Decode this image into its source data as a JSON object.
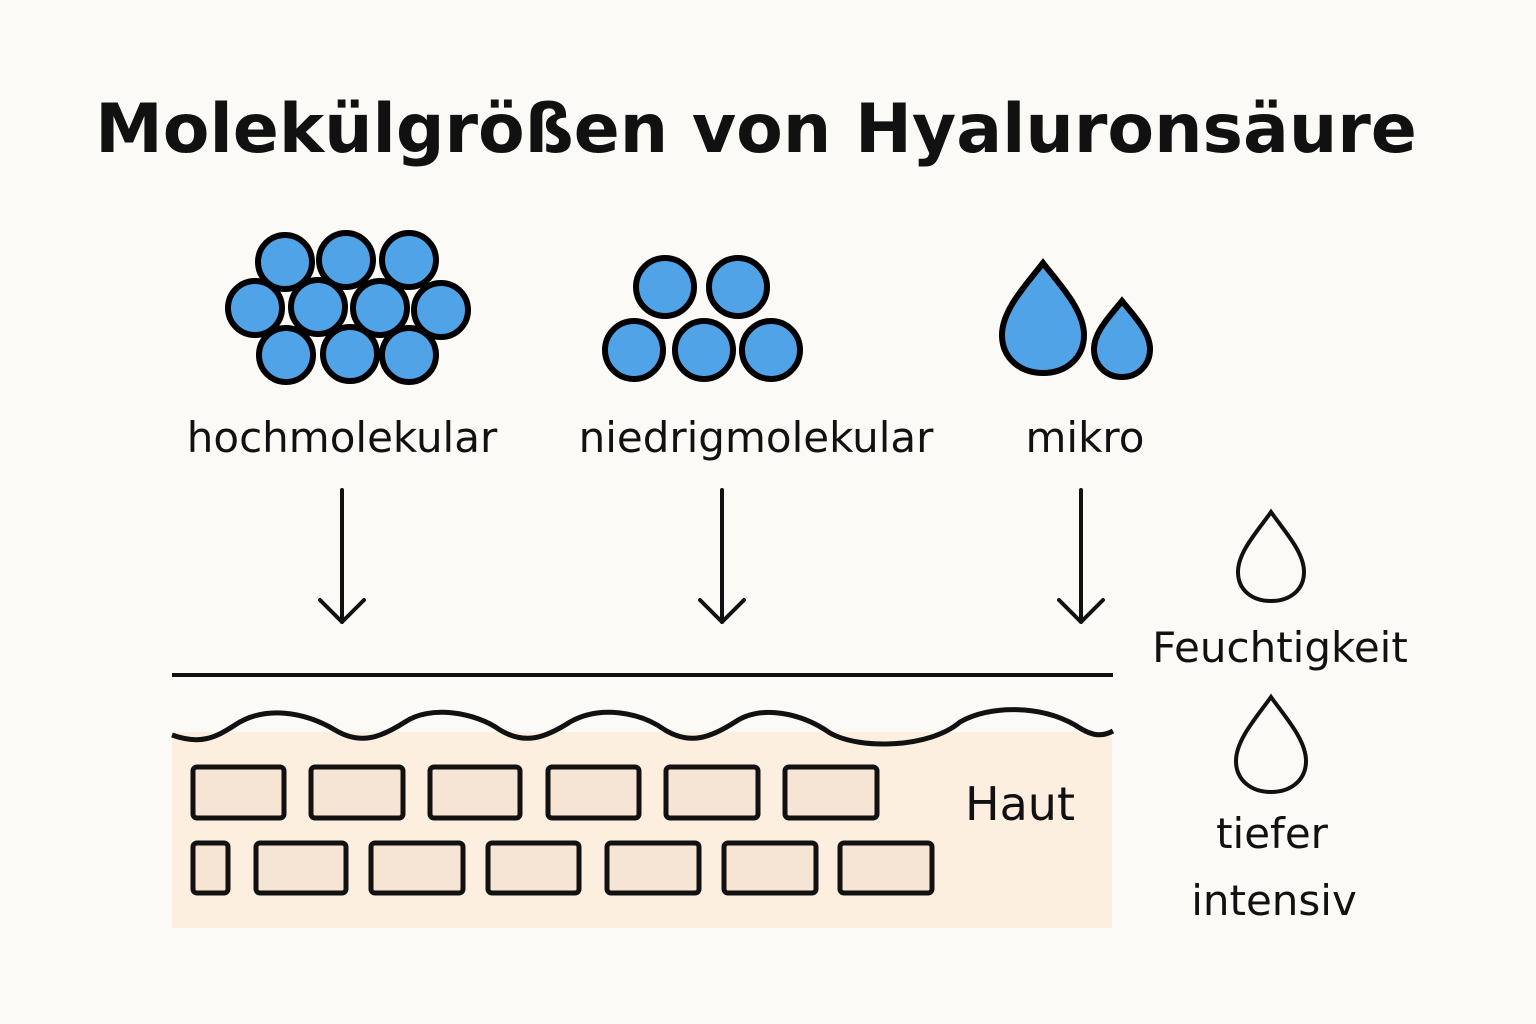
{
  "title": "Molekülgrößen von Hyaluronsäure",
  "types": [
    {
      "label": "hochmolekular",
      "icon": "large-molecule-cluster"
    },
    {
      "label": "niedrigmolekular",
      "icon": "small-molecule-cluster"
    },
    {
      "label": "mikro",
      "icon": "droplets"
    }
  ],
  "skin_label": "Haut",
  "legend": {
    "moisture": "Feuchtigkeit",
    "deeper_line1": "tiefer",
    "deeper_line2": "intensiv"
  },
  "colors": {
    "molecule": "#4fa3e6",
    "skin": "#fcefe0",
    "cell": "#f6e4d4",
    "background": "#fcfaf6"
  }
}
